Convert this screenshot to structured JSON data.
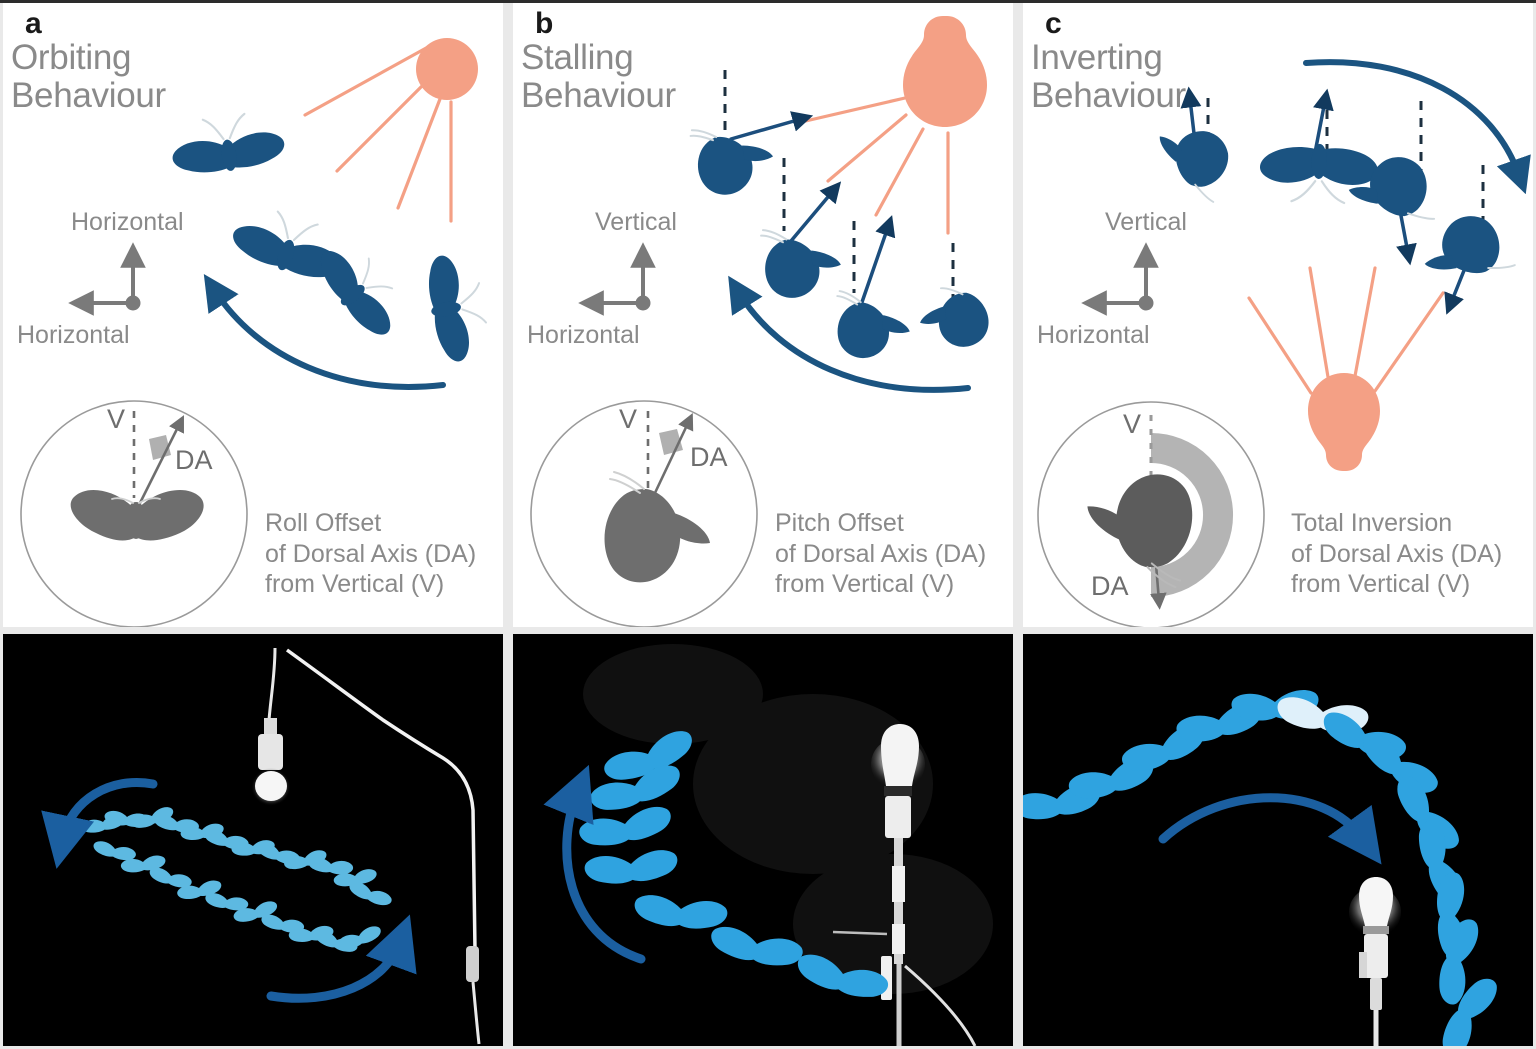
{
  "figure": {
    "kind": "multi-panel scientific figure",
    "subject": "Moth flight behaviour around artificial light sources",
    "colors": {
      "light_source": "#F4A085",
      "moth_blue": "#1B5381",
      "arrow_blue": "#1B5481",
      "gray_text": "#8A8A8A",
      "gray_shape": "#6E6E6E",
      "gray_arc": "#B4B4B4",
      "panel_bg": "#FFFFFF",
      "photo_bg": "#000000",
      "moth_photo_blue": "#2FA3E0"
    }
  },
  "panels": [
    {
      "letter": "a",
      "title": "Orbiting\nBehaviour",
      "axis": {
        "vertical_label": "Horizontal",
        "horizontal_label": "Horizontal"
      },
      "light_source_shape": "sun-circle",
      "inset": {
        "vertical_label": "V",
        "dorsal_axis_label": "DA",
        "caption": "Roll Offset\nof Dorsal Axis (DA)\nfrom Vertical (V)",
        "moth_view": "dorsal-wings-spread"
      },
      "moth_count": 4,
      "trajectory": "arc-sweep-up-left"
    },
    {
      "letter": "b",
      "title": "Stalling\nBehaviour",
      "axis": {
        "vertical_label": "Vertical",
        "horizontal_label": "Horizontal"
      },
      "light_source_shape": "bulb",
      "inset": {
        "vertical_label": "V",
        "dorsal_axis_label": "DA",
        "caption": "Pitch Offset\nof Dorsal Axis (DA)\nfrom Vertical (V)",
        "moth_view": "lateral-tilted"
      },
      "moth_count": 4,
      "trajectory": "arc-sweep-up-left"
    },
    {
      "letter": "c",
      "title": "Inverting\nBehaviour",
      "axis": {
        "vertical_label": "Vertical",
        "horizontal_label": "Horizontal"
      },
      "light_source_shape": "bulb",
      "inset": {
        "vertical_label": "V",
        "dorsal_axis_label": "DA",
        "caption": "Total Inversion\nof Dorsal Axis (DA)\nfrom Vertical (V)",
        "moth_view": "inverted-with-arc",
        "arc_sweep_degrees": 180
      },
      "moth_count": 5,
      "trajectory": "arc-sweep-down-right"
    }
  ],
  "photos": [
    {
      "for_panel": "a",
      "description": "long-exposure composite of moth orbiting a hanging bare bulb",
      "light_fixture": "hanging-bulb-on-cord",
      "arrow_count": 2,
      "arrow_direction": "counter-clockwise orbit"
    },
    {
      "for_panel": "b",
      "description": "long-exposure composite of moth stalling in an upward arc beside a bulb on a stand",
      "light_fixture": "bulb-on-stand",
      "arrow_count": 1,
      "arrow_direction": "upward arc"
    },
    {
      "for_panel": "c",
      "description": "long-exposure composite of moth inverting in a dome arc over a bulb on a stand",
      "light_fixture": "bulb-on-stand",
      "arrow_count": 1,
      "arrow_direction": "left-to-right over the top"
    }
  ]
}
